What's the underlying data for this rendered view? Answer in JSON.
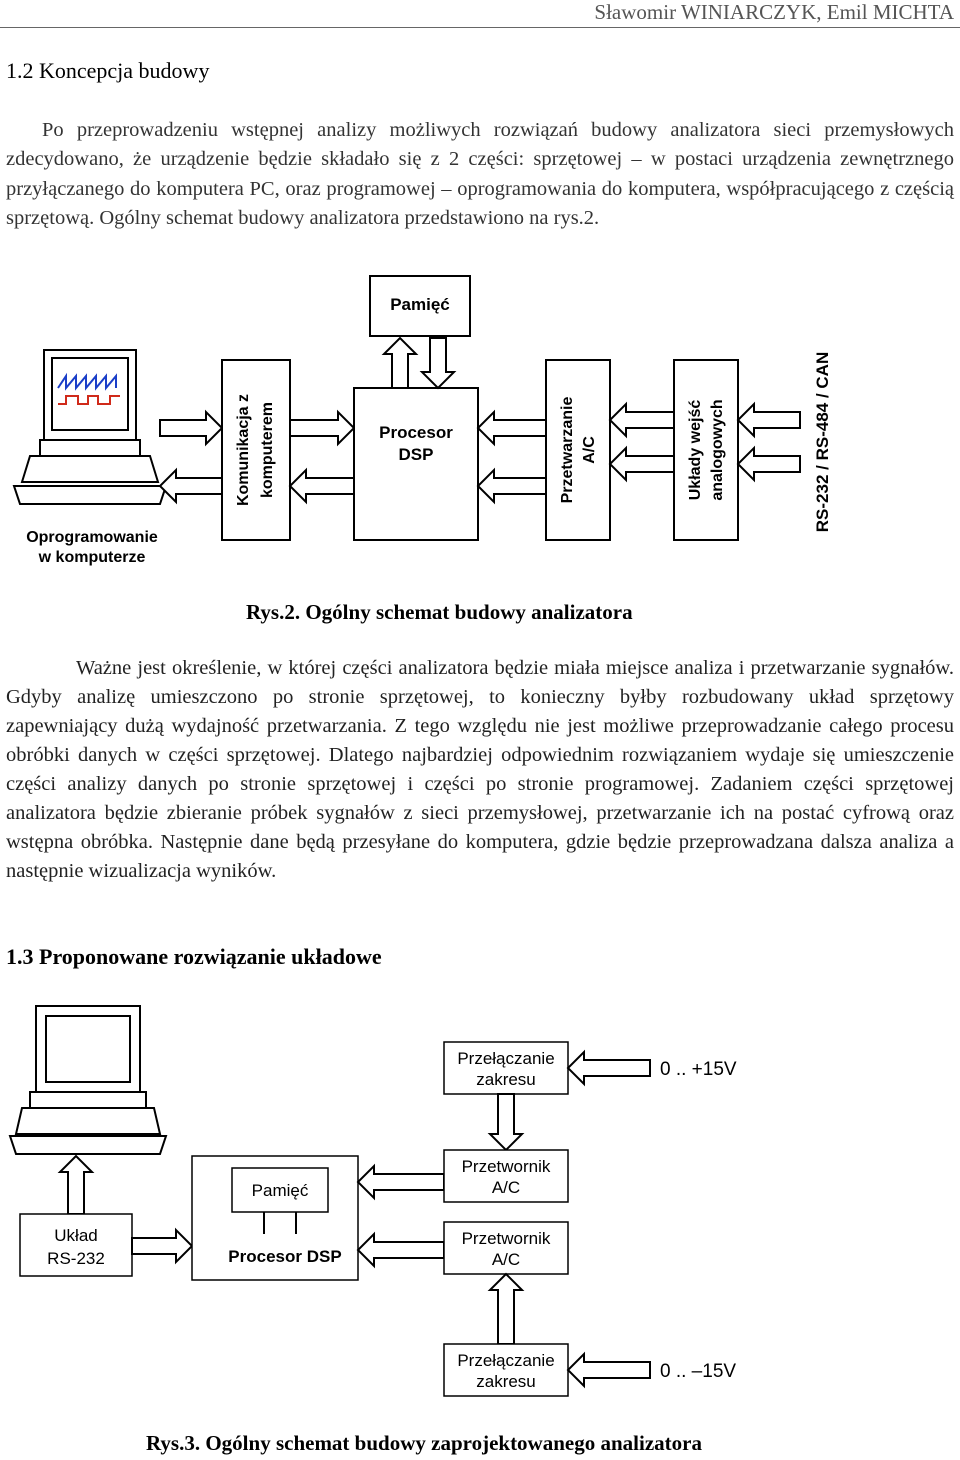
{
  "header": {
    "authors": "Sławomir WINIARCZYK, Emil MICHTA"
  },
  "section_1_2": {
    "title": "1.2 Koncepcja budowy",
    "paragraph": "Po przeprowadzeniu wstępnej analizy możliwych rozwiązań budowy analizatora sieci przemysłowych zdecydowano, że urządzenie będzie składało się z 2 części: sprzętowej – w postaci urządzenia zewnętrznego przyłączanego do komputera PC, oraz programowej – oprogramowania do komputera, współpracującego z częścią sprzętową. Ogólny schemat budowy analizatora przedstawiono na rys.2."
  },
  "figure2": {
    "labels": {
      "memory": "Pamięć",
      "processor_line1": "Procesor",
      "processor_line2": "DSP",
      "comm_line1": "Komunikacja z",
      "comm_line2": "komputerem",
      "conv_line1": "Przetwarzanie",
      "conv_line2": "A/C",
      "inputs_line1": "Układy wejść",
      "inputs_line2": "analogowych",
      "bus": "RS-232 / RS-484 / CAN",
      "software_line1": "Oprogramowanie",
      "software_line2": "w komputerze"
    },
    "caption": "Rys.2. Ogólny schemat budowy analizatora"
  },
  "paragraph2": "Ważne jest określenie, w której części analizatora będzie miała miejsce analiza i przetwarzanie sygnałów. Gdyby analizę umieszczono po stronie sprzętowej, to konieczny byłby rozbudowany układ sprzętowy zapewniający dużą wydajność przetwarzania. Z tego względu nie jest możliwe przeprowadzanie całego procesu obróbki danych w części sprzętowej. Dlatego najbardziej odpowiednim rozwiązaniem wydaje się umieszczenie części analizy danych po stronie sprzętowej i części po stronie programowej. Zadaniem części sprzętowej analizatora będzie zbieranie próbek sygnałów z sieci przemysłowej, przetwarzanie ich na postać cyfrową oraz wstępna obróbka. Następnie dane będą przesyłane do komputera, gdzie będzie przeprowadzana dalsza analiza a następnie wizualizacja wyników.",
  "section_1_3": {
    "title": "1.3 Proponowane  rozwiązanie układowe"
  },
  "figure3": {
    "labels": {
      "switch1_line1": "Przełączanie",
      "switch1_line2": "zakresu",
      "range_pos": "0 .. +15V",
      "adc1_line1": "Przetwornik",
      "adc1_line2": "A/C",
      "adc2_line1": "Przetwornik",
      "adc2_line2": "A/C",
      "switch2_line1": "Przełączanie",
      "switch2_line2": "zakresu",
      "range_neg": "0 .. –15V",
      "memory": "Pamięć",
      "processor": "Procesor DSP",
      "rs232_line1": "Układ",
      "rs232_line2": "RS-232"
    },
    "caption": "Rys.3. Ogólny schemat budowy zaprojektowanego analizatora"
  }
}
